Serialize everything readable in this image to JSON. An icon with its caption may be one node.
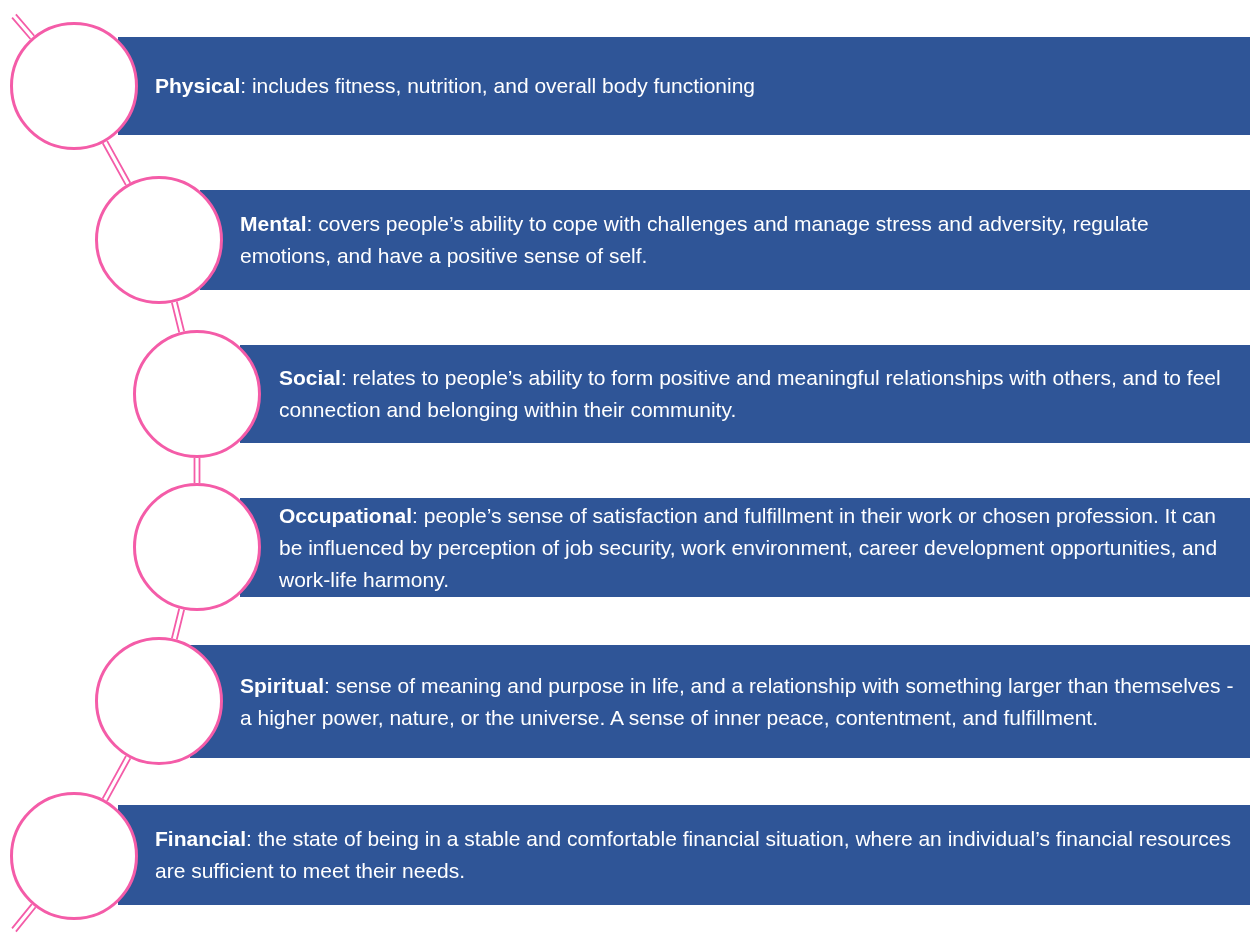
{
  "diagram": {
    "nodes": [
      {
        "text": [],
        "shape": "circle"
      },
      {
        "text": [
          "**Physical**: includes fitness, nutrition, and overall body functioning"
        ]
      },
      {
        "text": [],
        "shape": "circle"
      },
      {
        "text": [
          "**Mental**: covers people’s ability to cope with challenges and manage stress and adversity, regulate emotions, and have a positive sense of self."
        ]
      },
      {
        "text": [],
        "shape": "circle"
      },
      {
        "text": [
          "**Social**: relates to people’s ability to form positive and meaningful relationships with others, and to feel connection and belonging within their community."
        ]
      },
      {
        "text": [],
        "shape": "circle"
      },
      {
        "text": [
          "**Occupational**: people’s sense of satisfaction and fulfillment in their work or chosen profession. It can be influenced by perception of job security, work environment, career development opportunities, and work-life harmony."
        ]
      },
      {
        "text": [],
        "shape": "circle"
      },
      {
        "text": [
          "**Spiritual**: sense of meaning and purpose in life, and a relationship with something larger than themselves - a higher power, nature, or the universe. A sense of inner peace, contentment, and fulfillment."
        ]
      },
      {
        "text": [],
        "shape": "circle"
      },
      {
        "text": [
          "**Financial**: the state of being in a stable and comfortable financial situation, where an individual’s financial resources are sufficient to meet their needs."
        ]
      }
    ],
    "edges": [
      {
        "from": null,
        "to": 0,
        "arrow": "none"
      },
      {
        "from": 0,
        "to": 2,
        "arrow": "none"
      },
      {
        "from": 2,
        "to": 4,
        "arrow": "none"
      },
      {
        "from": 4,
        "to": 6,
        "arrow": "none"
      },
      {
        "from": 6,
        "to": 8,
        "arrow": "none"
      },
      {
        "from": 8,
        "to": 10,
        "arrow": "none"
      },
      {
        "from": 10,
        "to": null,
        "arrow": "none"
      }
    ]
  }
}
